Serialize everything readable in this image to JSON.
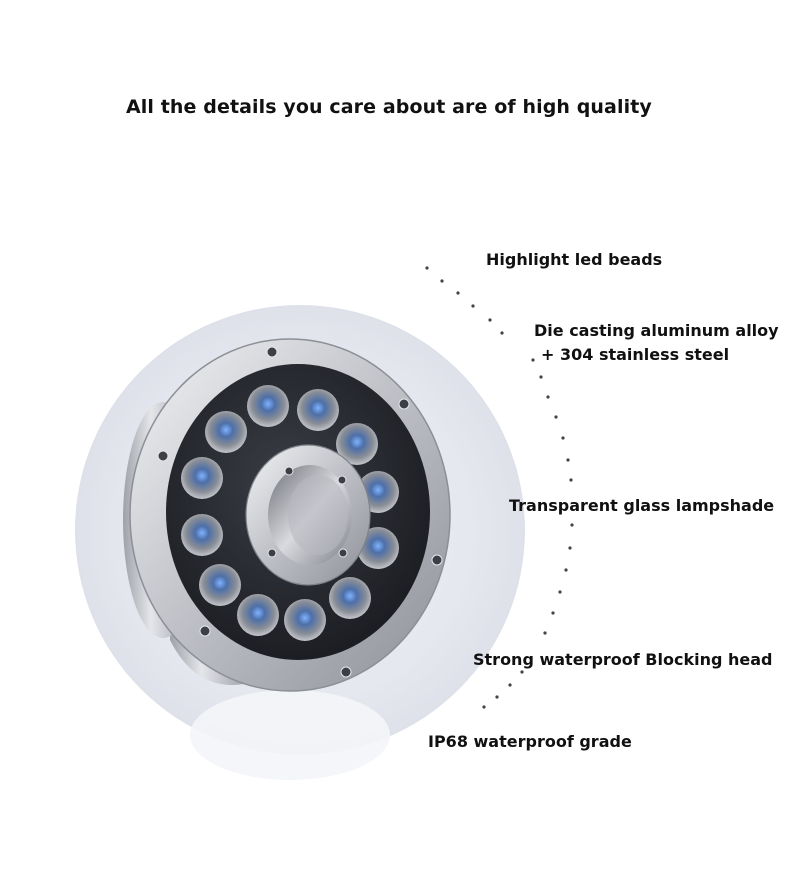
{
  "headline": "All the details you care about are of high quality",
  "labels": [
    "Highlight led beads",
    "Die casting aluminum alloy",
    "+ 304 stainless steel",
    "Transparent glass lampshade",
    "Strong waterproof Blocking head",
    "IP68 waterproof grade"
  ],
  "colors": {
    "background": "#ffffff",
    "halo": "#e4e6ef",
    "steel": "#c9cbd2",
    "led_glow": "#5b8fd6",
    "text": "#111111"
  },
  "icons": [
    "led-bead-icon",
    "screw-icon"
  ]
}
